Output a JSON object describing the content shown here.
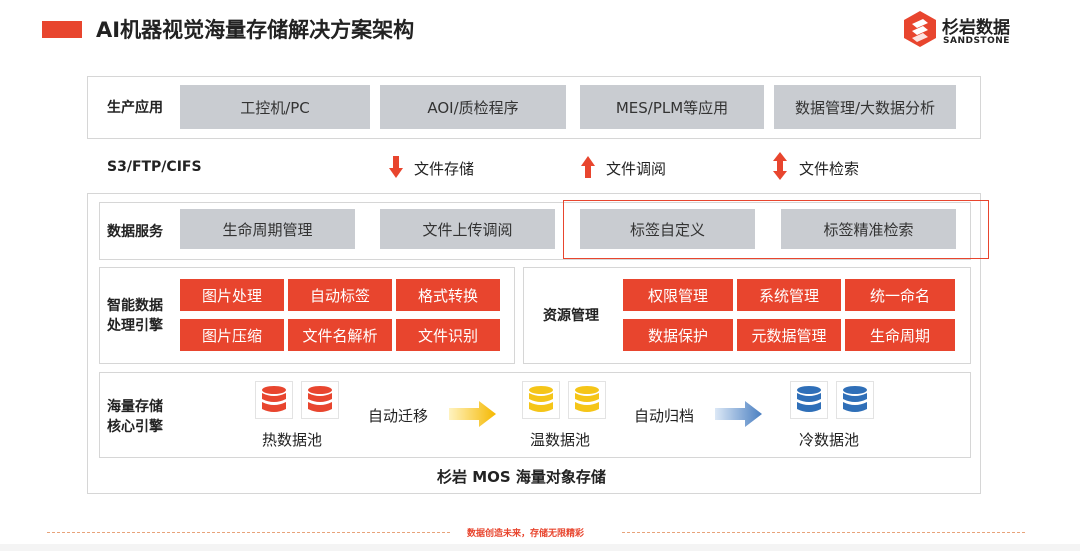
{
  "header": {
    "title": "AI机器视觉海量存储解决方案架构",
    "accent_color": "#e8452e",
    "logo_cn": "杉岩数据",
    "logo_en": "SANDSTONE"
  },
  "apps_row": {
    "label": "生产应用",
    "items": [
      "工控机/PC",
      "AOI/质检程序",
      "MES/PLM等应用",
      "数据管理/大数据分析"
    ]
  },
  "protocol_row": {
    "label": "S3/FTP/CIFS",
    "ops": [
      {
        "label": "文件存储",
        "icon": "arrow-down-icon"
      },
      {
        "label": "文件调阅",
        "icon": "arrow-up-icon"
      },
      {
        "label": "文件检索",
        "icon": "arrow-updown-icon"
      }
    ]
  },
  "data_service": {
    "label": "数据服务",
    "items": [
      "生命周期管理",
      "文件上传调阅",
      "标签自定义",
      "标签精准检索"
    ]
  },
  "smart_engine": {
    "label_line1": "智能数据",
    "label_line2": "处理引擎",
    "items": [
      "图片处理",
      "自动标签",
      "格式转换",
      "图片压缩",
      "文件名解析",
      "文件识别"
    ]
  },
  "resource_mgmt": {
    "label": "资源管理",
    "items": [
      "权限管理",
      "系统管理",
      "统一命名",
      "数据保护",
      "元数据管理",
      "生命周期"
    ]
  },
  "storage_core": {
    "label_line1": "海量存储",
    "label_line2": "核心引擎",
    "pools": [
      {
        "label": "热数据池",
        "color": "#e8452e"
      },
      {
        "label": "温数据池",
        "color": "#f5c518"
      },
      {
        "label": "冷数据池",
        "color": "#2f6fb8"
      }
    ],
    "flows": [
      "自动迁移",
      "自动归档"
    ],
    "flow_colors": [
      "#f5b800",
      "#4a7fc1"
    ]
  },
  "mos_label": "杉岩 MOS 海量对象存储",
  "footer": {
    "slogan": "数据创造未来，存储无限精彩"
  }
}
